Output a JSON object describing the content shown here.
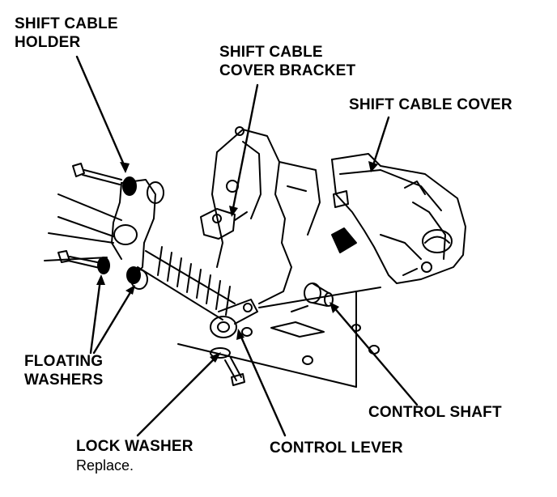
{
  "labels": {
    "shift_cable_holder": [
      "SHIFT CABLE",
      "HOLDER"
    ],
    "shift_cable_cover_bracket": [
      "SHIFT CABLE",
      "COVER BRACKET"
    ],
    "shift_cable_cover": "SHIFT CABLE COVER",
    "floating_washers": [
      "FLOATING",
      "WASHERS"
    ],
    "control_shaft": "CONTROL SHAFT",
    "lock_washer": "LOCK WASHER",
    "lock_washer_note": "Replace.",
    "control_lever": "CONTROL LEVER"
  }
}
